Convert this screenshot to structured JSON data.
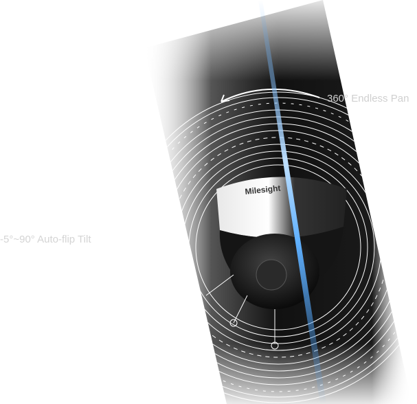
{
  "labels": {
    "pan": "360° Endless Pan",
    "tilt": "-5°~90° Auto-flip Tilt"
  },
  "product": {
    "brand_logo": "Milesight",
    "type": "PTZ dome camera"
  },
  "colors": {
    "background": "#ffffff",
    "band_dark": "#111111",
    "beam": "#4aa3ff",
    "dome_white": "#f2f2f2",
    "label_gray": "#cccccc"
  }
}
